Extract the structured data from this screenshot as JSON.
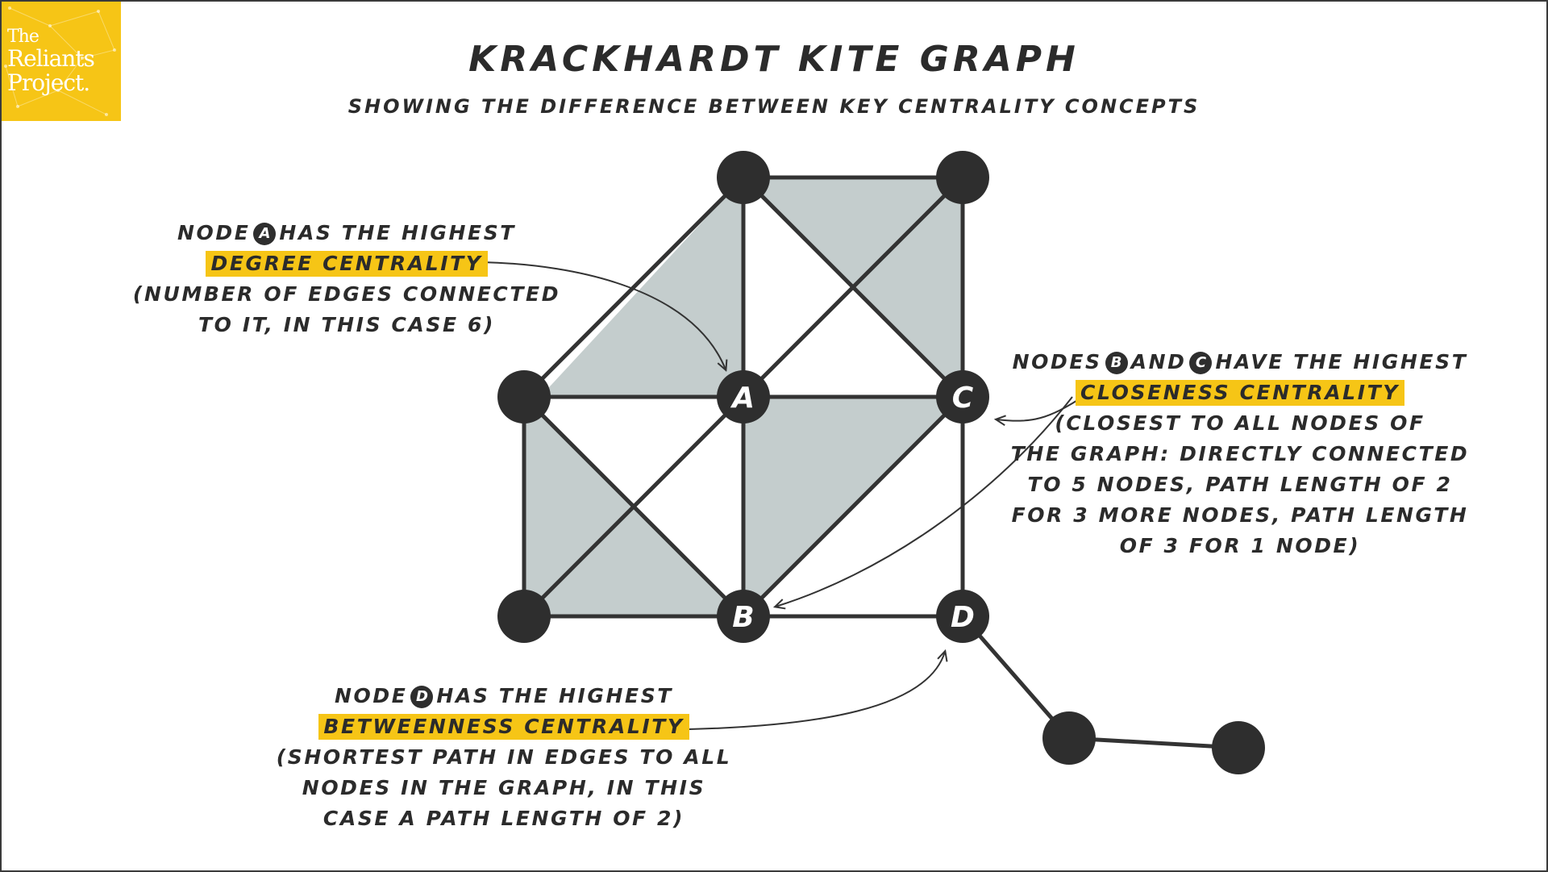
{
  "logo": {
    "line1": "The",
    "line2": "Reliants",
    "line3": "Project."
  },
  "title": "Krackhardt Kite Graph",
  "subtitle": "Showing the difference between key centrality concepts",
  "graph": {
    "nodes": [
      {
        "id": "top-left",
        "label": ""
      },
      {
        "id": "top-right",
        "label": ""
      },
      {
        "id": "left",
        "label": ""
      },
      {
        "id": "A",
        "label": "A"
      },
      {
        "id": "C",
        "label": "C"
      },
      {
        "id": "bottom-left",
        "label": ""
      },
      {
        "id": "B",
        "label": "B"
      },
      {
        "id": "D",
        "label": "D"
      },
      {
        "id": "tail-1",
        "label": ""
      },
      {
        "id": "tail-2",
        "label": ""
      }
    ],
    "edges": [
      [
        "top-left",
        "top-right"
      ],
      [
        "top-left",
        "left"
      ],
      [
        "top-left",
        "A"
      ],
      [
        "top-left",
        "C"
      ],
      [
        "top-right",
        "A"
      ],
      [
        "top-right",
        "C"
      ],
      [
        "left",
        "A"
      ],
      [
        "left",
        "bottom-left"
      ],
      [
        "left",
        "B"
      ],
      [
        "A",
        "C"
      ],
      [
        "A",
        "bottom-left"
      ],
      [
        "A",
        "B"
      ],
      [
        "C",
        "B"
      ],
      [
        "C",
        "D"
      ],
      [
        "bottom-left",
        "B"
      ],
      [
        "B",
        "D"
      ],
      [
        "D",
        "tail-1"
      ],
      [
        "tail-1",
        "tail-2"
      ]
    ],
    "colors": {
      "node": "#2e2e2e",
      "edge": "#333333",
      "shade": "#c4cdcd",
      "accent": "#f6c516"
    }
  },
  "annotations": {
    "a": {
      "pre": "Node",
      "badge": "A",
      "post": "has the highest",
      "highlight": "Degree centrality",
      "line3": "(number of edges connected",
      "line4": "to it, in this case 6)"
    },
    "bc": {
      "pre": "Nodes",
      "badge1": "B",
      "mid": "and",
      "badge2": "C",
      "post": "have the highest",
      "highlight": "Closeness centrality",
      "line3": "(closest to all nodes of",
      "line4": "the graph: directly connected",
      "line5": "to 5 nodes, path length of 2",
      "line6": "for 3 more nodes, path length",
      "line7": "of 3 for 1 node)"
    },
    "d": {
      "pre": "Node",
      "badge": "D",
      "post": "has the highest",
      "highlight": "Betweenness centrality",
      "line3": "(shortest path in edges to all",
      "line4": "nodes in the graph, in this",
      "line5": "case a path length of 2)"
    }
  }
}
